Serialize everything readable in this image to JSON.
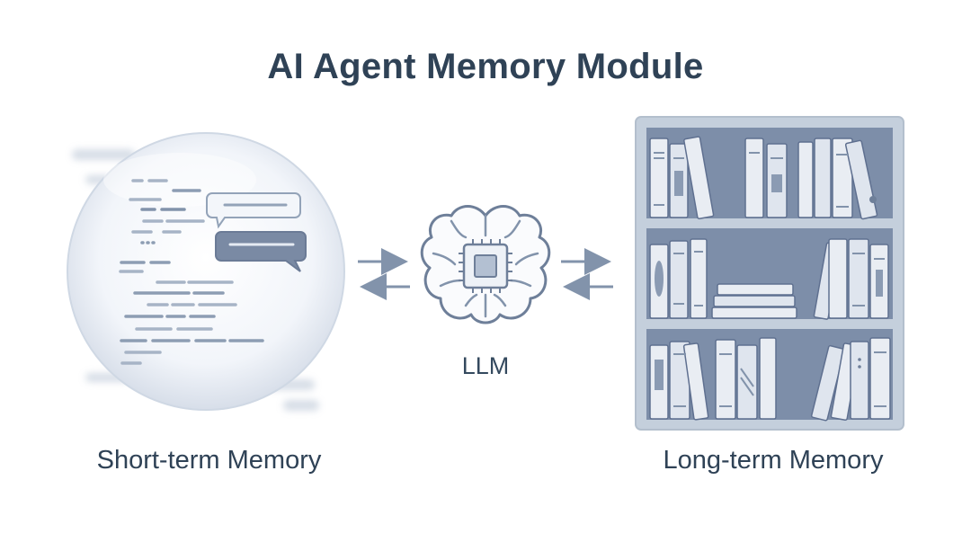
{
  "title": "AI Agent Memory Module",
  "center": {
    "label": "LLM"
  },
  "left": {
    "label": "Short-term Memory"
  },
  "right": {
    "label": "Long-term Memory"
  },
  "colors": {
    "ink": "#2f4256",
    "slate": "#7c8ca6",
    "shelf_bg": "#7a8ba8",
    "book_light": "#e9edf3",
    "line": "#95a4b8"
  }
}
